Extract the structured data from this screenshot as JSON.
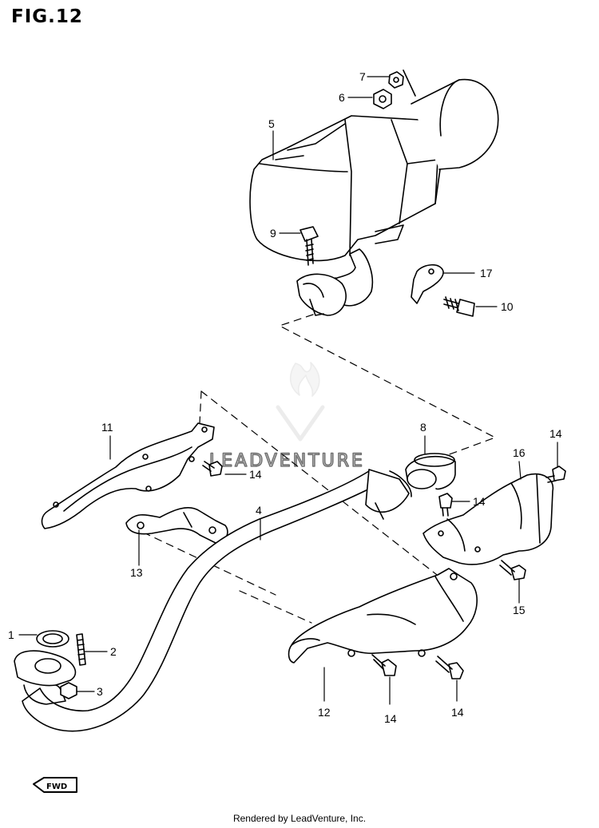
{
  "figure_title": "FIG.12",
  "footer": "Rendered by LeadVenture, Inc.",
  "watermark": "LEADVENTURE",
  "fwd_label": "FWD",
  "callouts": {
    "c1": "1",
    "c2": "2",
    "c3": "3",
    "c4": "4",
    "c5": "5",
    "c6": "6",
    "c7": "7",
    "c8": "8",
    "c9": "9",
    "c10": "10",
    "c11": "11",
    "c12": "12",
    "c13": "13",
    "c14a": "14",
    "c14b": "14",
    "c14c": "14",
    "c14d": "14",
    "c14e": "14",
    "c15": "15",
    "c16": "16",
    "c17": "17"
  }
}
